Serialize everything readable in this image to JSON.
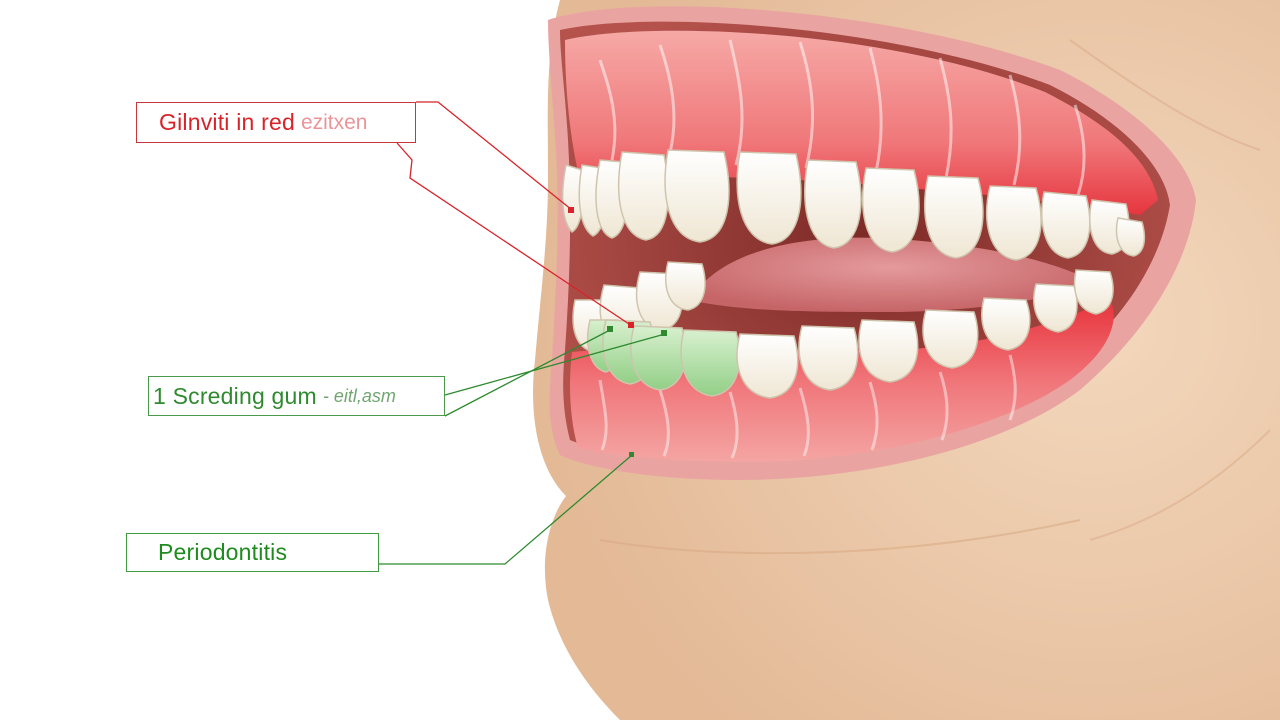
{
  "labels": {
    "gingivitis": {
      "main": "Gilnviti in red",
      "faded": "ezitxen",
      "color": "#d8232a"
    },
    "bleeding": {
      "main": "1 Screding gum",
      "faded": "- eitl,asm",
      "color": "#2f8a2f"
    },
    "periodontitis": {
      "main": "Periodontitis",
      "color": "#1e8b1e"
    }
  },
  "colors": {
    "background": "#ffffff",
    "skin": "#ecc8a6",
    "gum": "#ef6f73",
    "gum_inflamed": "#e8333c",
    "tooth": "#fbf6ea",
    "tooth_highlight": "#a7d99b",
    "mouth_interior": "#9c3d39",
    "tongue": "#d9868a"
  },
  "icons": [
    "mouth-illustration-icon",
    "tooth-icon"
  ]
}
